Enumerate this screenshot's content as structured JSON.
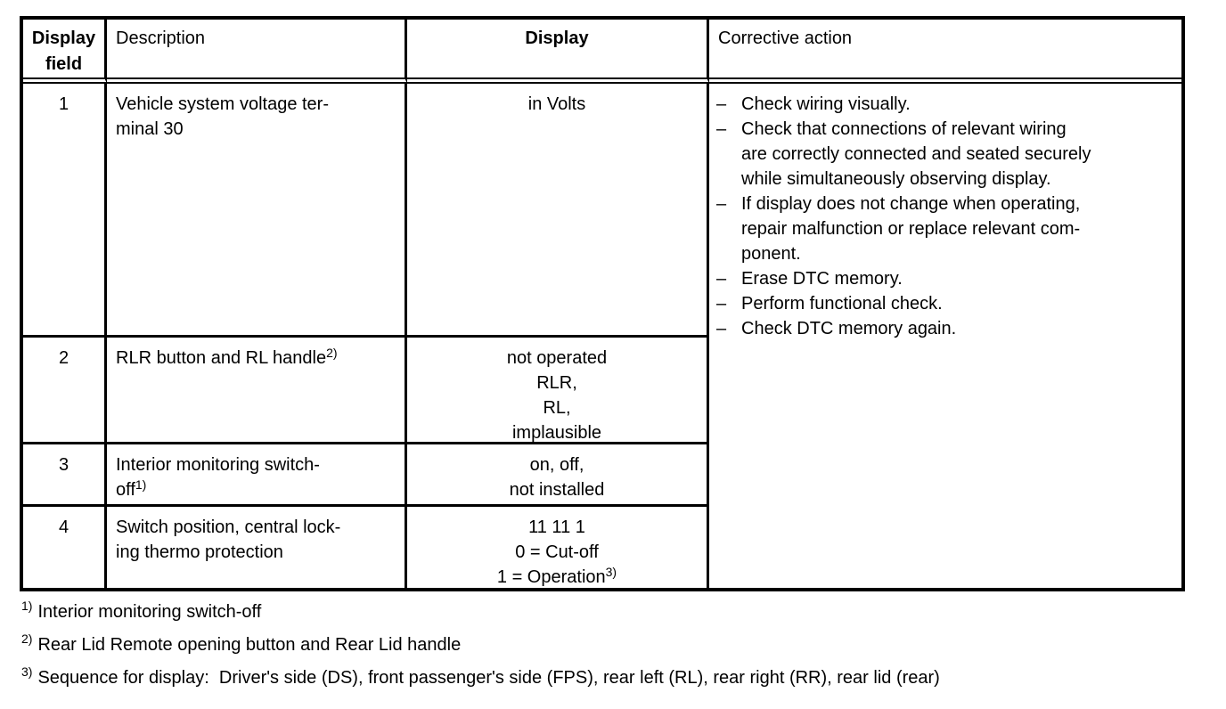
{
  "colors": {
    "ink": "#000000",
    "paper": "#ffffff"
  },
  "table": {
    "headers": {
      "display_field": "Display field",
      "description": "Description",
      "display": "Display",
      "corrective_action": "Corrective action"
    },
    "rows": [
      {
        "field": "1",
        "description": "Vehicle system voltage ter-\nminal 30",
        "display_lines": [
          "in Volts"
        ]
      },
      {
        "field": "2",
        "description": "RLR button and RL handle",
        "description_sup": "2)",
        "display_lines": [
          "not operated",
          "RLR,",
          "RL,",
          "implausible"
        ]
      },
      {
        "field": "3",
        "description": "Interior monitoring switch-\noff",
        "description_sup": "1)",
        "display_lines": [
          "on, off,",
          "not installed"
        ]
      },
      {
        "field": "4",
        "description": "Switch position, central lock-\ning thermo protection",
        "display_lines": [
          "11 11 1",
          "0 = Cut-off"
        ],
        "display_last_line": "1 = Operation",
        "display_last_sup": "3)"
      }
    ],
    "corrective_items": [
      "Check wiring visually.",
      "Check that connections of relevant wiring\nare correctly connected and seated securely\nwhile simultaneously observing display.",
      "If display does not change when operating,\nrepair malfunction or replace relevant com-\nponent.",
      "Erase DTC memory.",
      "Perform functional check.",
      "Check DTC memory again."
    ]
  },
  "footnotes": [
    {
      "sup": "1)",
      "text": "Interior monitoring switch-off"
    },
    {
      "sup": "2)",
      "text": "Rear Lid Remote opening button and Rear Lid handle"
    },
    {
      "sup": "3)",
      "text": "Sequence for display:  Driver's side (DS), front passenger's side (FPS), rear left (RL), rear right (RR), rear lid (rear)"
    }
  ]
}
